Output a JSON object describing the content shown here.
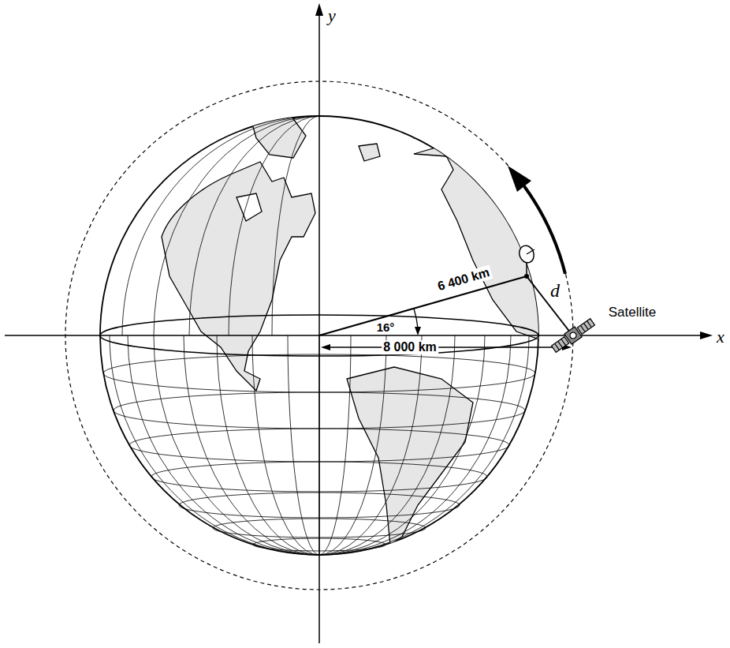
{
  "diagram": {
    "labels": [
      "y",
      "x",
      "6 400 km",
      "16°",
      "8 000 km",
      "d",
      "Satellite"
    ]
  }
}
